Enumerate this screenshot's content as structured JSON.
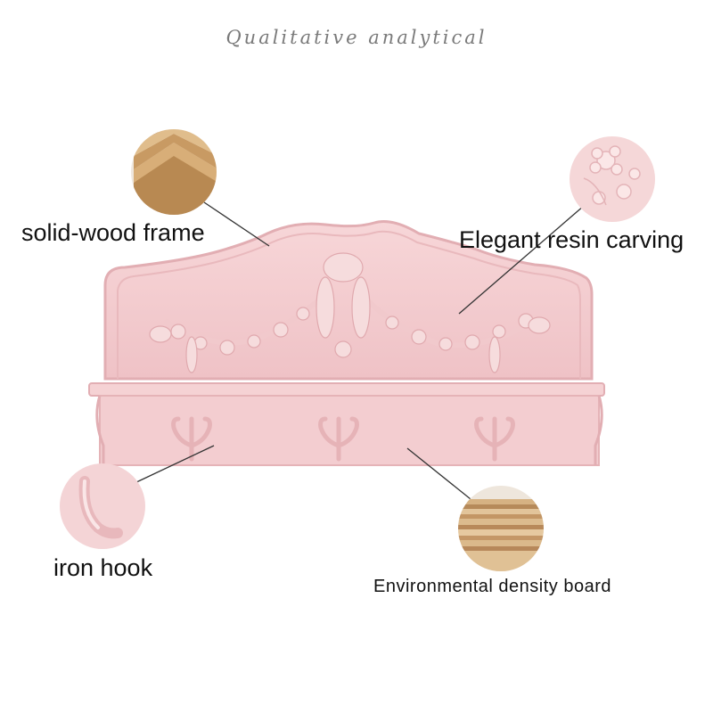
{
  "header": {
    "title": "Qualitative analytical"
  },
  "callouts": {
    "wood_frame": {
      "label": "solid-wood frame",
      "icon": "wood-layers-icon"
    },
    "resin_carving": {
      "label": "Elegant resin carving",
      "icon": "resin-flower-carving-icon"
    },
    "iron_hook": {
      "label": "iron hook",
      "icon": "iron-hook-icon"
    },
    "density_board": {
      "label": "Environmental density board",
      "icon": "plywood-board-icon"
    }
  },
  "colors": {
    "shelf_pink": "#f3cdd0",
    "shelf_shadow": "#e2aeb3",
    "wood": "#c89a63",
    "plywood": "#d9b68a",
    "leader_line": "#333333"
  }
}
